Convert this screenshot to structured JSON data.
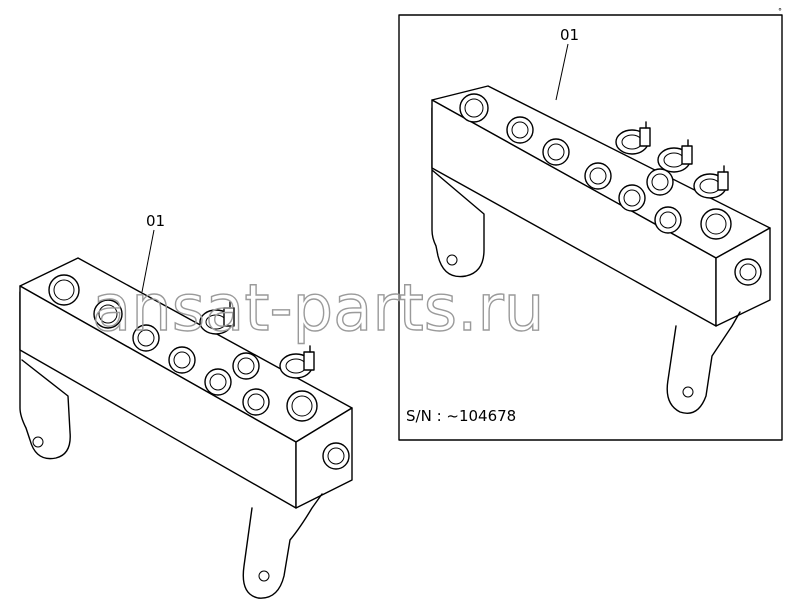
{
  "left_assembly": {
    "part_label": "01"
  },
  "right_assembly": {
    "part_label": "01",
    "serial_note": "S/N :  ~104678"
  },
  "watermark": "ansat-parts.ru",
  "corner_mark": "°"
}
